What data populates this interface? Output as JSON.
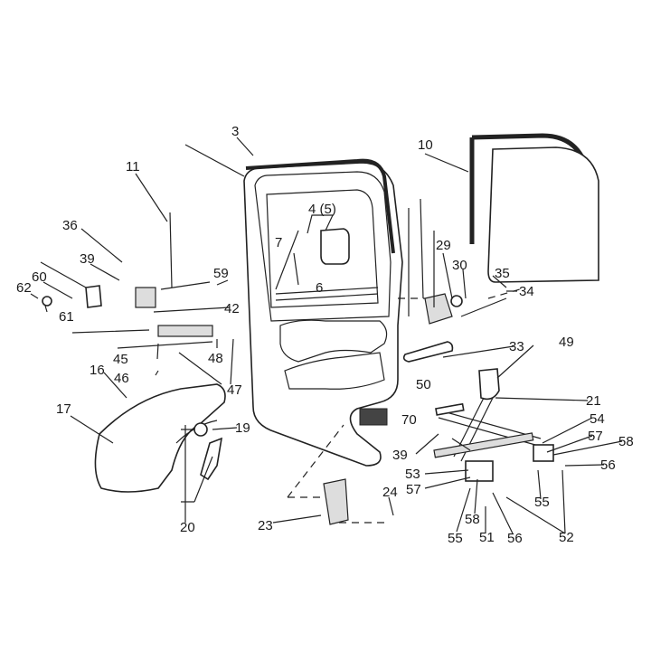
{
  "title": "Door parts exploded diagram",
  "callouts": [
    "3",
    "10",
    "11",
    "36",
    "4 (5)",
    "7",
    "29",
    "30",
    "35",
    "34",
    "59",
    "39",
    "60",
    "62",
    "61",
    "6",
    "42",
    "45",
    "46",
    "48",
    "47",
    "33",
    "49",
    "16",
    "50",
    "21",
    "70",
    "17",
    "19",
    "54",
    "57",
    "58",
    "39",
    "53",
    "56",
    "57",
    "55",
    "20",
    "24",
    "23",
    "58",
    "55",
    "51",
    "56",
    "52"
  ]
}
